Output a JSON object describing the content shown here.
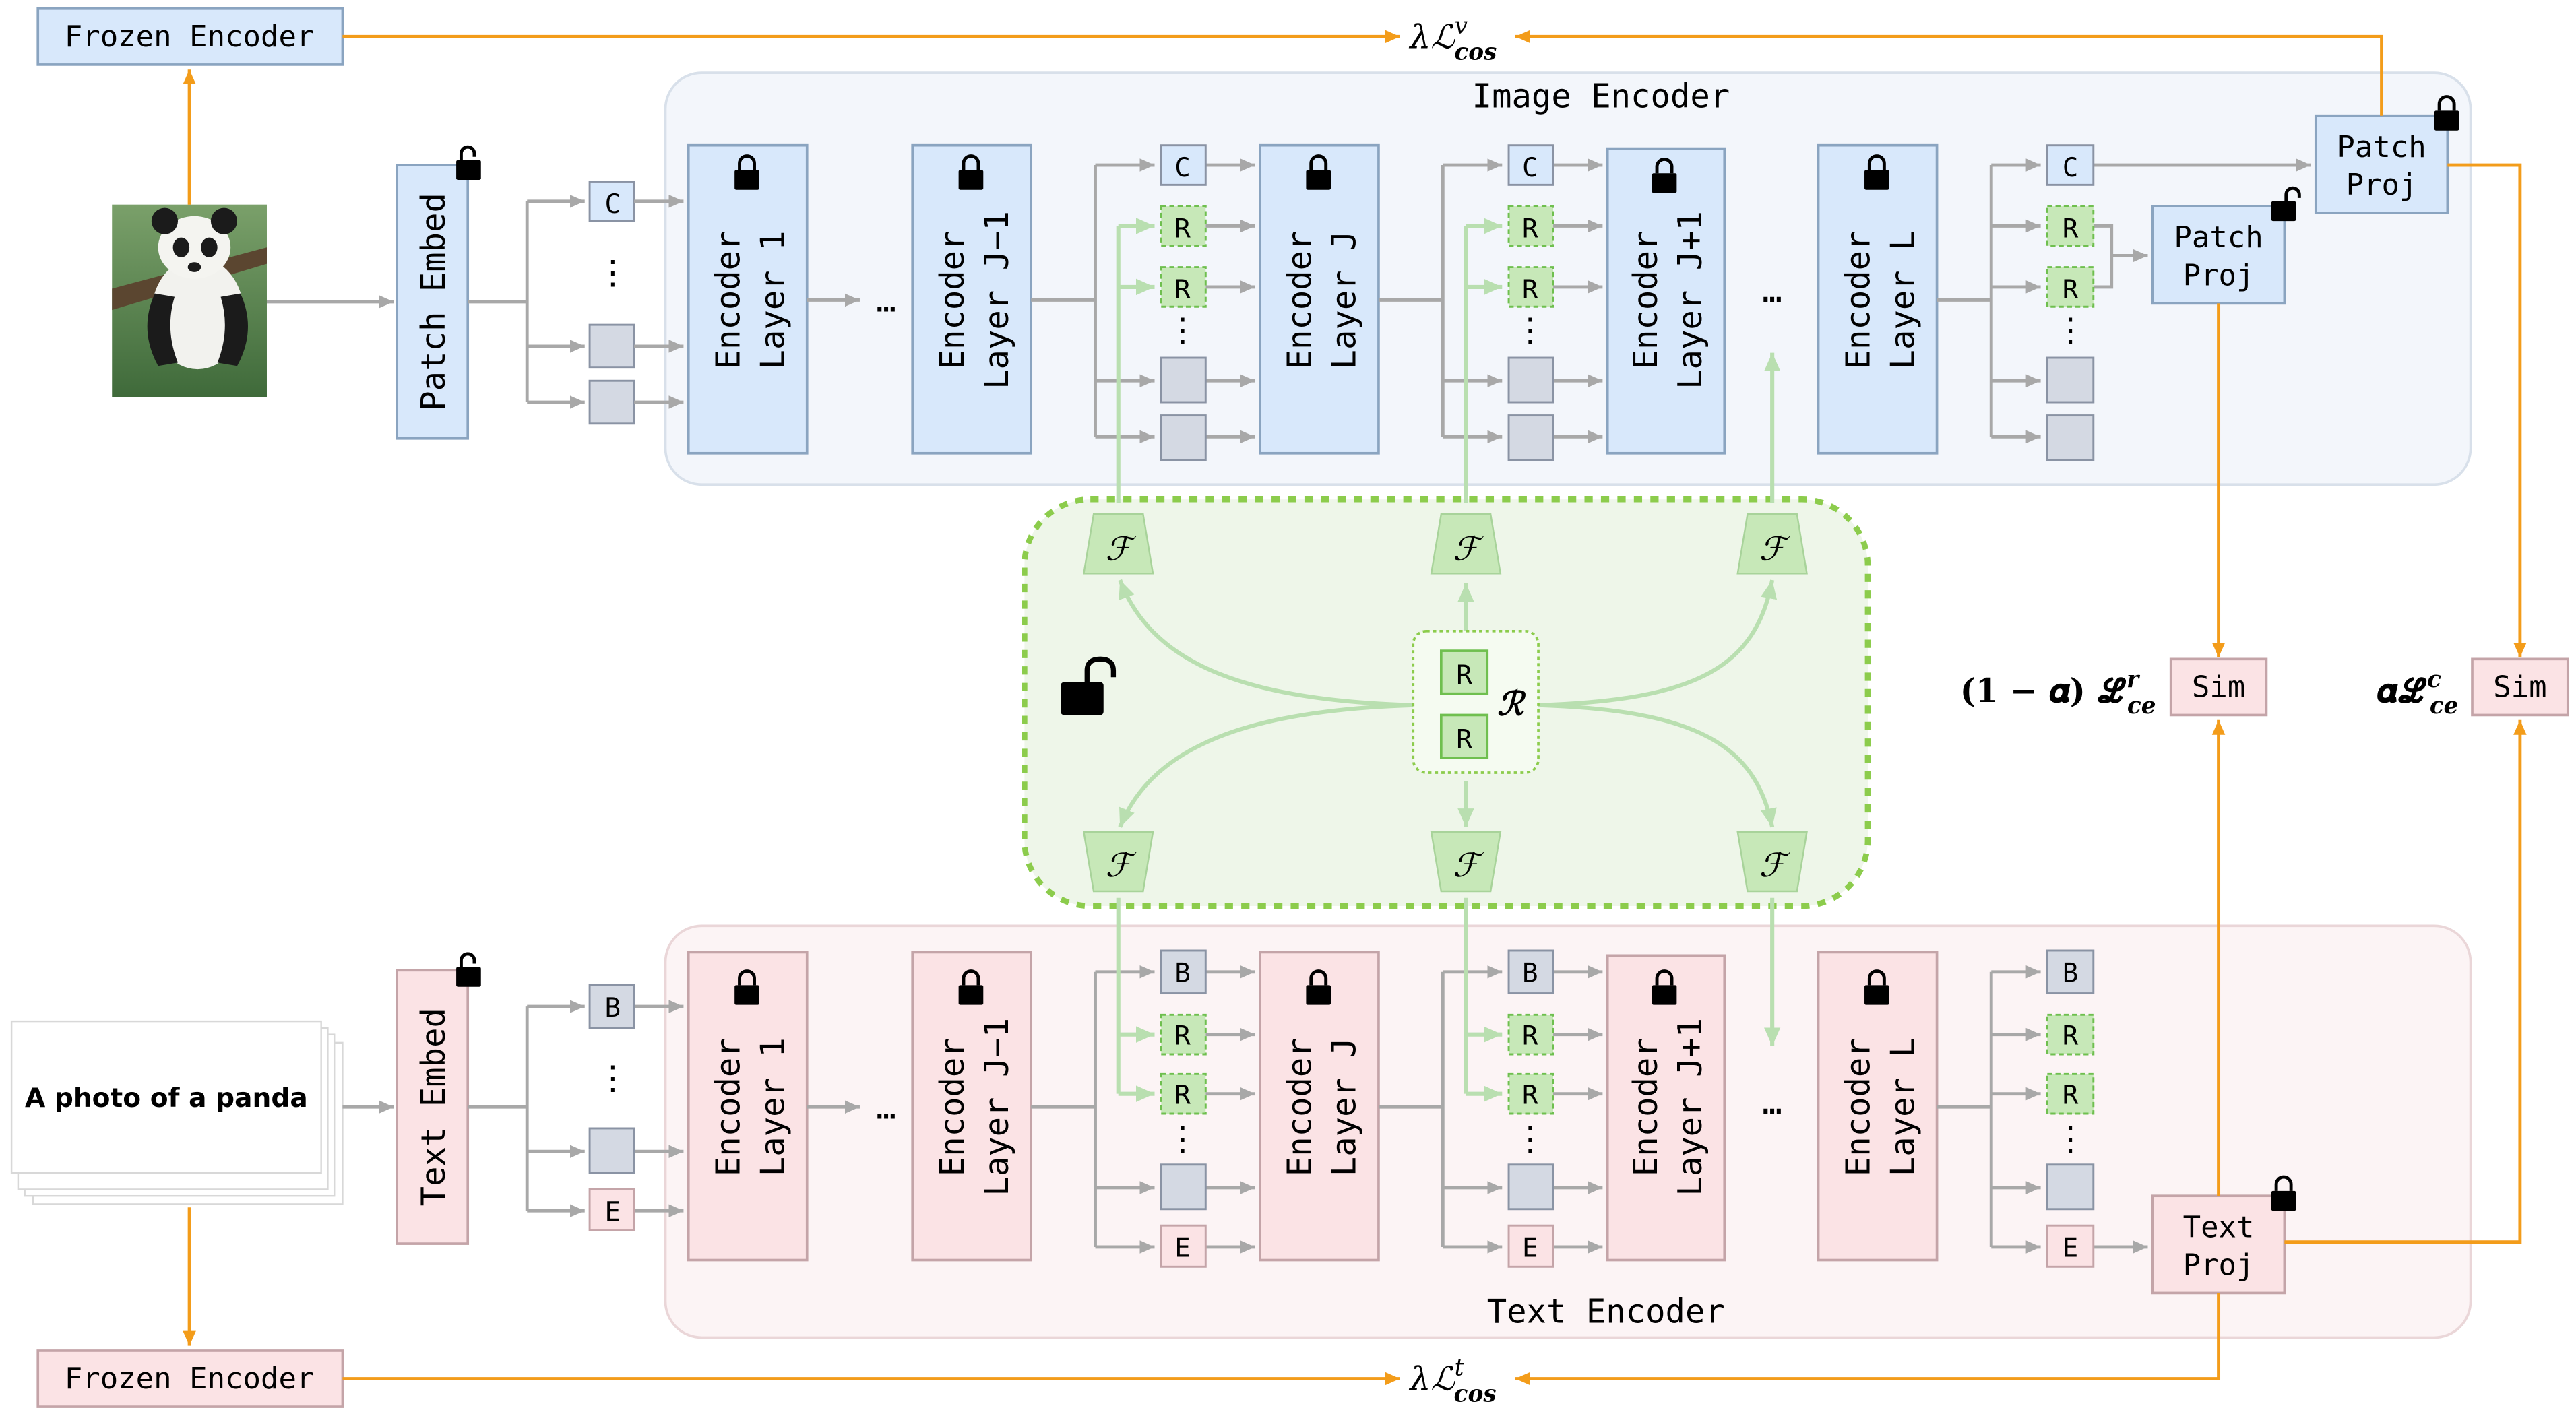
{
  "colors": {
    "arrow_gray": "#a8a8a8",
    "arrow_orange": "#f39c1a",
    "arrow_green": "#b9dfb0",
    "image_fill": "#d8e8fb",
    "image_stroke": "#8aa4c0",
    "text_fill": "#fbe3e5",
    "text_stroke": "#c4a4a8",
    "token_fill": "#d4d9e3",
    "token_stroke": "#8a93a4",
    "r_fill": "#c7e8b8",
    "r_stroke": "#6fbf4f",
    "region_green": "#eef6e9",
    "region_green_border": "#8ccc4c",
    "panel_image_bg": "#f3f6fb",
    "panel_text_bg": "#fcf4f5"
  },
  "labels": {
    "frozen_encoder_top": "Frozen Encoder",
    "frozen_encoder_bottom": "Frozen Encoder",
    "loss_top_lambda": "λℒ",
    "loss_top_sup": "v",
    "loss_top_sub": "cos",
    "loss_bottom_lambda": "λℒ",
    "loss_bottom_sup": "t",
    "loss_bottom_sub": "cos",
    "image_encoder": "Image Encoder",
    "text_encoder": "Text Encoder",
    "patch_embed": "Patch Embed",
    "text_embed": "Text Embed",
    "encoder_layer_1": [
      "Encoder",
      "Layer 1"
    ],
    "encoder_layer_j_minus_1": [
      "Encoder",
      "Layer J−1"
    ],
    "encoder_layer_j": [
      "Encoder",
      "Layer J"
    ],
    "encoder_layer_j_plus_1": [
      "Encoder",
      "Layer J+1"
    ],
    "encoder_layer_l": [
      "Encoder",
      "Layer L"
    ],
    "dots": "…",
    "vdots": "⋮",
    "token_c": "C",
    "token_b": "B",
    "token_e": "E",
    "token_r": "R",
    "fusion_f": "ℱ",
    "fusion_r": "ℛ",
    "patch_proj": [
      "Patch",
      "Proj"
    ],
    "text_proj": [
      "Text",
      "Proj"
    ],
    "sim": "Sim",
    "loss_ce_r_prefix": "(𝟏 − 𝜶) ℒ",
    "loss_ce_r_sup": "r",
    "loss_ce_r_sub": "ce",
    "loss_ce_c_prefix": "𝜶ℒ",
    "loss_ce_c_sup": "c",
    "loss_ce_c_sub": "ce",
    "caption": "A photo of a panda"
  }
}
